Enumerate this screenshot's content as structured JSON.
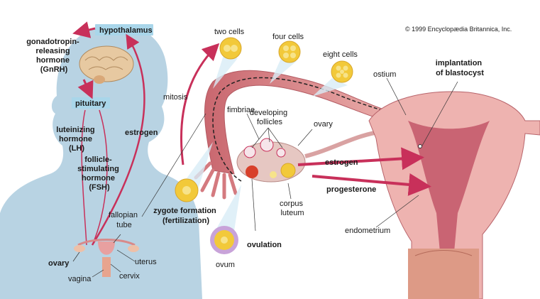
{
  "copyright": "© 1999 Encyclopædia Britannica, Inc.",
  "labels": {
    "hypothalamus": "hypothalamus",
    "gnrh": [
      "gonadotropin-",
      "releasing",
      "hormone",
      "(GnRH)"
    ],
    "pituitary": "pituitary",
    "lh": [
      "luteinizing",
      "hormone",
      "(LH)"
    ],
    "fsh": [
      "follicle-",
      "stimulating",
      "hormone",
      "(FSH)"
    ],
    "estrogen_body": "estrogen",
    "fallopian_tube": [
      "fallopian",
      "tube"
    ],
    "ovary_body": "ovary",
    "uterus_body": "uterus",
    "vagina": "vagina",
    "cervix": "cervix",
    "mitosis": "mitosis",
    "two_cells": "two cells",
    "four_cells": "four cells",
    "eight_cells": "eight cells",
    "fimbriae": "fimbriae",
    "developing_follicles": [
      "developing",
      "follicles"
    ],
    "ovary_detail": "ovary",
    "ostium": "ostium",
    "implantation": [
      "implantation",
      "of blastocyst"
    ],
    "estrogen_detail": "estrogen",
    "progesterone": "progesterone",
    "corpus_luteum": [
      "corpus",
      "luteum"
    ],
    "zygote": [
      "zygote formation",
      "(fertilization)"
    ],
    "ovulation": "ovulation",
    "ovum": "ovum",
    "endometrium": "endometrium"
  },
  "colors": {
    "silhouette": "#b8d3e3",
    "arrow": "#c8305a",
    "tissue": "#e9a7a7",
    "tissue_dark": "#c9676f",
    "cell": "#f2c93a",
    "label_box": "#a9d6ea"
  }
}
